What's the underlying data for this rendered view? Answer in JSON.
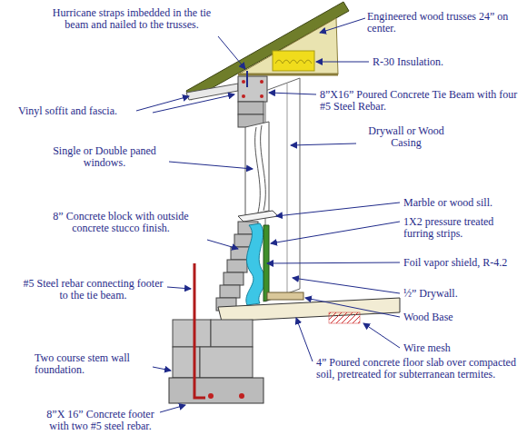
{
  "diagram": {
    "labels": [
      "Hurricane straps imbedded in the tie beam and nailed to the trusses.",
      "Engineered wood trusses 24” on center.",
      "R-30 Insulation.",
      "8”X16” Poured Concrete Tie Beam with four #5 Steel Rebar.",
      "Vinyl soffit and fascia.",
      "Drywall or Wood Casing",
      "Single or Double paned windows.",
      "Marble or wood sill.",
      "1X2 pressure treated furring strips.",
      "8” Concrete block with outside concrete stucco finish.",
      "Foil vapor shield, R-4.2",
      "#5 Steel rebar connecting footer to the tie beam.",
      "½” Drywall.",
      "Wood Base",
      "Wire mesh",
      "Two course stem wall foundation.",
      "4” Poured concrete floor slab over compacted soil, pretreated for subterranean termites.",
      "8”X 16” Concrete footer with two #5 steel rebar."
    ]
  }
}
